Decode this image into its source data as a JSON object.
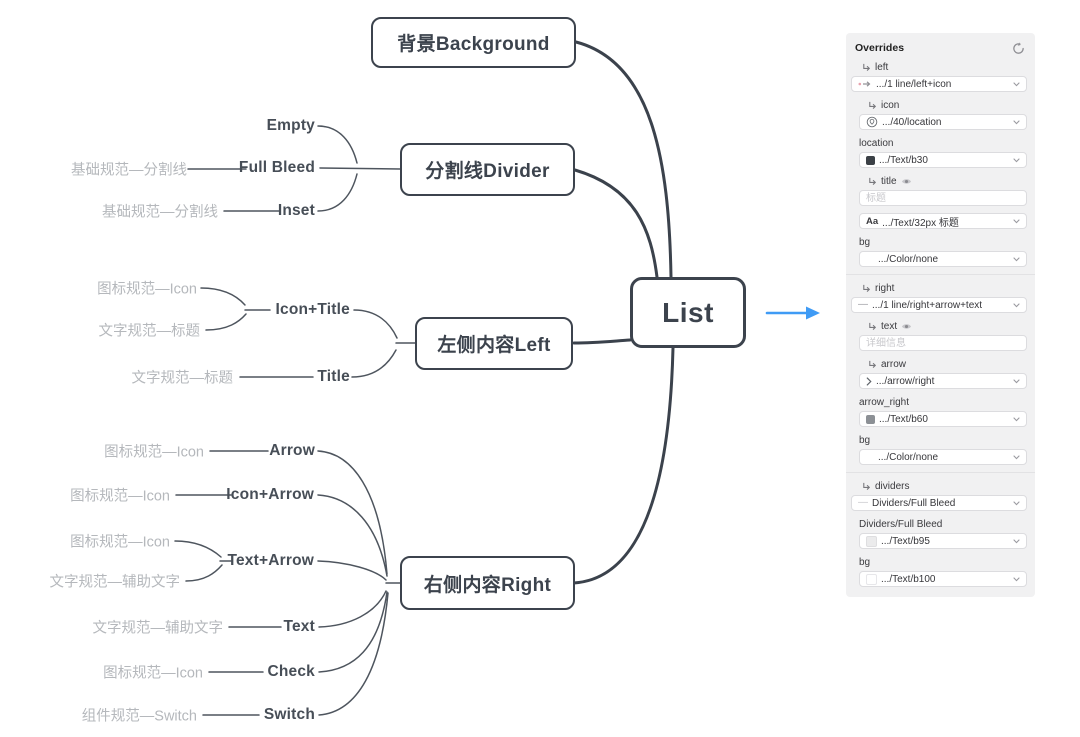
{
  "mindmap": {
    "root": {
      "label": "List"
    },
    "background": {
      "label": "背景Background"
    },
    "divider": {
      "label": "分割线Divider",
      "children": [
        {
          "label": "Empty"
        },
        {
          "label": "Full Bleed",
          "leaf": "基础规范—分割线"
        },
        {
          "label": "Inset",
          "leaf": "基础规范—分割线"
        }
      ]
    },
    "left": {
      "label": "左侧内容Left",
      "children": [
        {
          "label": "Icon+Title",
          "leaves": [
            "图标规范—Icon",
            "文字规范—标题"
          ]
        },
        {
          "label": "Title",
          "leaf": "文字规范—标题"
        }
      ]
    },
    "right": {
      "label": "右侧内容Right",
      "children": [
        {
          "label": "Arrow",
          "leaf": "图标规范—Icon"
        },
        {
          "label": "Icon+Arrow",
          "leaf": "图标规范—Icon"
        },
        {
          "label": "Text+Arrow",
          "leaves": [
            "图标规范—Icon",
            "文字规范—辅助文字"
          ]
        },
        {
          "label": "Text",
          "leaf": "文字规范—辅助文字"
        },
        {
          "label": "Check",
          "leaf": "图标规范—Icon"
        },
        {
          "label": "Switch",
          "leaf": "组件规范—Switch"
        }
      ]
    }
  },
  "panel": {
    "title": "Overrides",
    "left_group": {
      "label": "left",
      "component_value": ".../1 line/left+icon",
      "icon_label": "icon",
      "icon_value": ".../40/location",
      "location_label": "location",
      "location_value": ".../Text/b30",
      "title_label": "title",
      "title_placeholder": "标题",
      "font_icon": "Aa",
      "font_value": ".../Text/32px 标题",
      "bg_label": "bg",
      "bg_value": ".../Color/none"
    },
    "right_group": {
      "label": "right",
      "component_value": ".../1 line/right+arrow+text",
      "text_label": "text",
      "text_placeholder": "详细信息",
      "arrow_label": "arrow",
      "arrow_value": ".../arrow/right",
      "arrow_right_label": "arrow_right",
      "arrow_right_value": ".../Text/b60",
      "bg_label": "bg",
      "bg_value": ".../Color/none"
    },
    "dividers_group": {
      "label": "dividers",
      "component_value": "Dividers/Full Bleed",
      "divider_label": "Dividers/Full Bleed",
      "divider_value": ".../Text/b95",
      "bg_label": "bg",
      "bg_value": ".../Text/b100"
    }
  },
  "colors": {
    "line_dark": "#3b424c",
    "line_sub": "#4e555e",
    "leaf_gray": "#b5b8bc",
    "accent_blue": "#3f9bf5",
    "panel_bg": "#f1f1f2",
    "swatch_b30": "#3b4046",
    "swatch_b60": "#8c9095",
    "swatch_b95": "#ebebec",
    "swatch_b100": "#ffffff"
  }
}
